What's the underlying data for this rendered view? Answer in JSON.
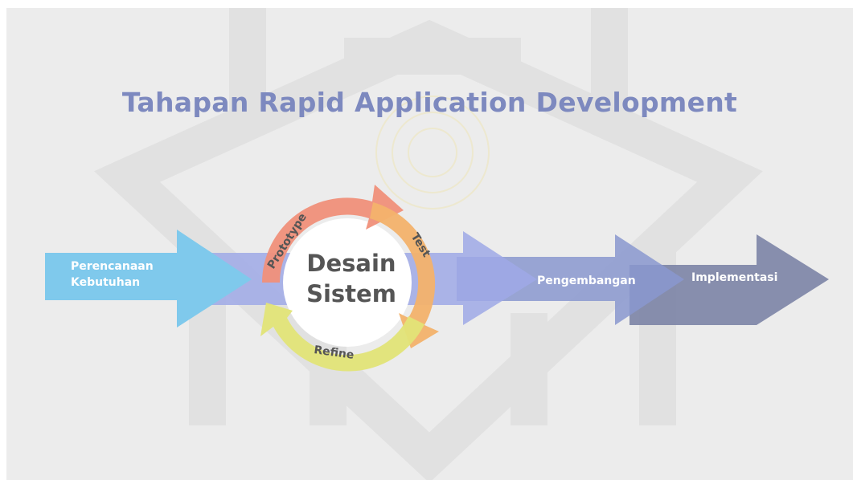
{
  "title": "Tahapan Rapid Application Development",
  "steps": [
    {
      "label_line1": "Perencanaan",
      "label_line2": "Kebutuhan",
      "color": "#7fc9ec"
    },
    {
      "label": "Pengembangan",
      "color": "#8a98cf"
    },
    {
      "label": "Implementasi",
      "color": "#7c84a6"
    }
  ],
  "center": {
    "line1": "Desain",
    "line2": "Sistem"
  },
  "cycle": {
    "prototype": "Prototype",
    "test": "Test",
    "refine": "Refine",
    "colors": {
      "prototype": "#f0907a",
      "test": "#f3b26b",
      "refine": "#e2e477"
    }
  }
}
